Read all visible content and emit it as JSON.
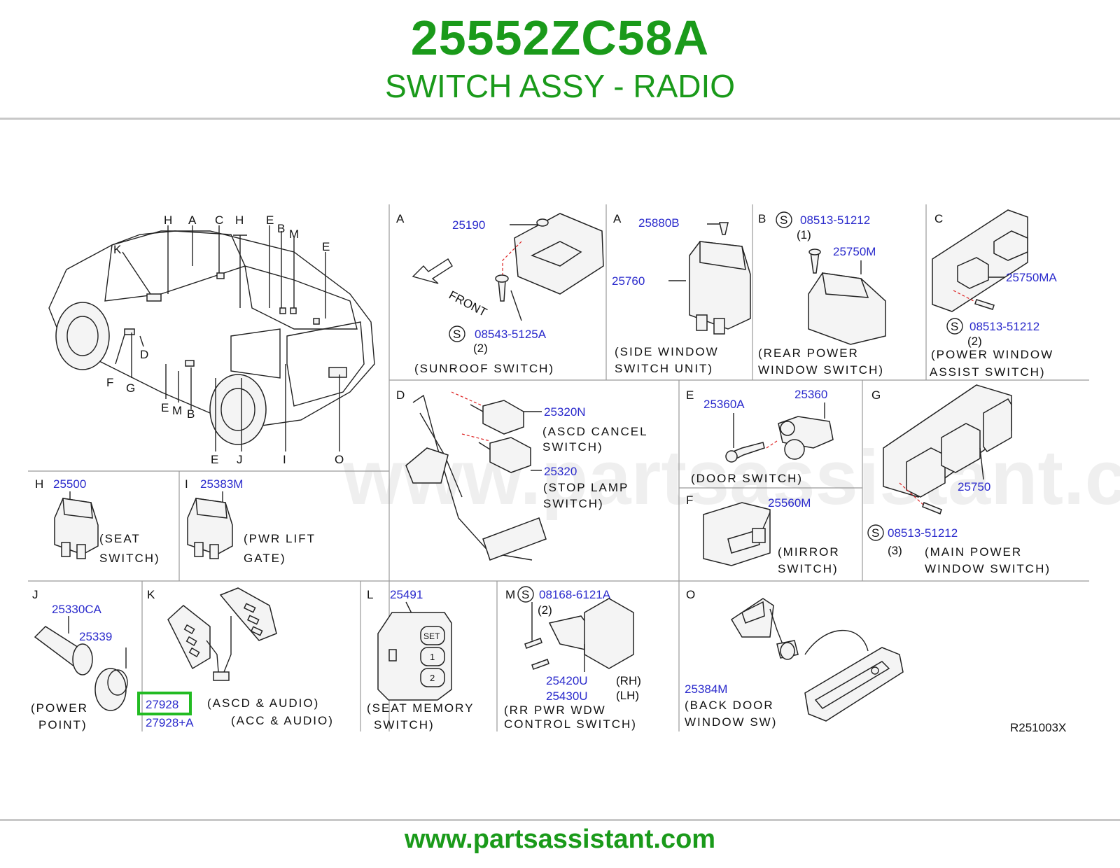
{
  "header": {
    "part_number": "25552ZC58A",
    "description": "SWITCH ASSY - RADIO"
  },
  "footer": {
    "url": "www.partsassistant.com"
  },
  "watermark": "www.partsassistant.com",
  "diagram_code": "R251003X",
  "highlight_color": "#22bb22",
  "overview": {
    "letters_top": [
      "H",
      "A",
      "C",
      "H",
      "E",
      "B",
      "M",
      "E",
      "K"
    ],
    "letters_bottom": [
      "F",
      "G",
      "D",
      "E",
      "M",
      "B",
      "E",
      "J",
      "I",
      "O"
    ]
  },
  "panels": {
    "A1": {
      "letter": "A",
      "parts": [
        "25190",
        "08543-5125A"
      ],
      "qty": "(2)",
      "s_mark": "S",
      "front": "FRONT",
      "caption": [
        "(SUNROOF SWITCH)"
      ]
    },
    "A2": {
      "letter": "A",
      "parts": [
        "25880B",
        "25760"
      ],
      "caption": [
        "(SIDE WINDOW",
        "SWITCH UNIT)"
      ]
    },
    "B": {
      "letter": "B",
      "parts": [
        "08513-51212",
        "25750M"
      ],
      "qty": "(1)",
      "s_mark": "S",
      "caption": [
        "(REAR POWER",
        "WINDOW SWITCH)"
      ]
    },
    "C": {
      "letter": "C",
      "parts": [
        "25750MA",
        "08513-51212"
      ],
      "qty": "(2)",
      "s_mark": "S",
      "caption": [
        "(POWER WINDOW",
        "ASSIST SWITCH)"
      ]
    },
    "D": {
      "letter": "D",
      "parts": [
        "25320N",
        "25320"
      ],
      "caption1": [
        "(ASCD CANCEL",
        "SWITCH)"
      ],
      "caption2": [
        "(STOP LAMP",
        "SWITCH)"
      ]
    },
    "E": {
      "letter": "E",
      "parts": [
        "25360A",
        "25360"
      ],
      "caption": [
        "(DOOR SWITCH)"
      ]
    },
    "F": {
      "letter": "F",
      "parts": [
        "25560M"
      ],
      "caption": [
        "(MIRROR",
        "SWITCH)"
      ]
    },
    "G": {
      "letter": "G",
      "parts": [
        "25750",
        "08513-51212"
      ],
      "qty": "(3)",
      "s_mark": "S",
      "caption": [
        "(MAIN POWER",
        "WINDOW SWITCH)"
      ]
    },
    "H": {
      "letter": "H",
      "parts": [
        "25500"
      ],
      "caption": [
        "(SEAT",
        "SWITCH)"
      ]
    },
    "I": {
      "letter": "I",
      "parts": [
        "25383M"
      ],
      "caption": [
        "(PWR LIFT",
        "GATE)"
      ]
    },
    "J": {
      "letter": "J",
      "parts": [
        "25330CA",
        "25339"
      ],
      "caption": [
        "(POWER",
        "POINT)"
      ]
    },
    "K": {
      "letter": "K",
      "parts": [
        "27928",
        "27928+A"
      ],
      "caption1": "(ASCD & AUDIO)",
      "caption2": "(ACC & AUDIO)"
    },
    "L": {
      "letter": "L",
      "parts": [
        "25491"
      ],
      "caption": [
        "(SEAT MEMORY",
        "SWITCH)"
      ],
      "buttons": [
        "SET",
        "1",
        "2"
      ]
    },
    "M": {
      "letter": "M",
      "parts": [
        "08168-6121A",
        "25420U",
        "25430U"
      ],
      "qty": "(2)",
      "s_mark": "S",
      "rh": "(RH)",
      "lh": "(LH)",
      "caption": [
        "(RR PWR WDW",
        "CONTROL SWITCH)"
      ]
    },
    "O": {
      "letter": "O",
      "parts": [
        "25384M"
      ],
      "caption": [
        "(BACK DOOR",
        "WINDOW SW)"
      ]
    }
  }
}
